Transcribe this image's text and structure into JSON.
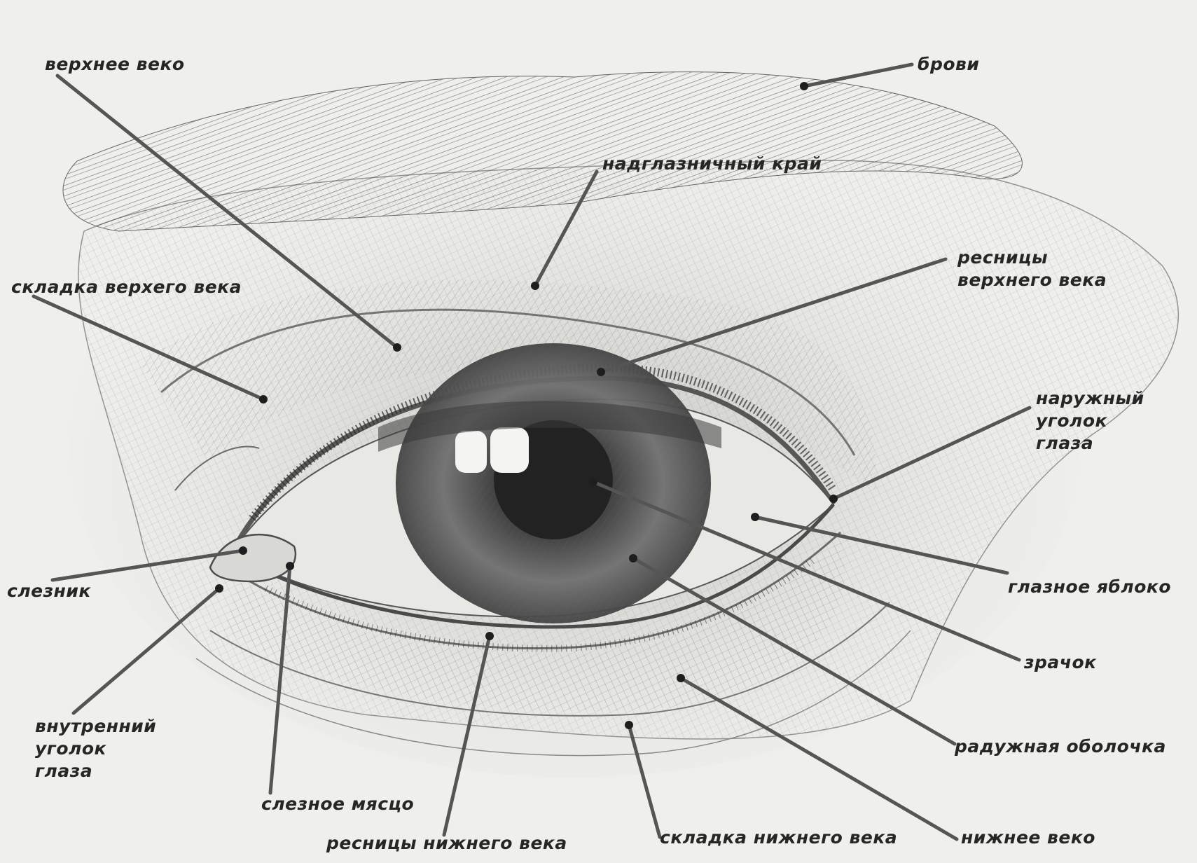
{
  "colors": {
    "paper": "#efefec",
    "pencil": "#4a4a4a",
    "leader_line": "#555555",
    "dot": "#1e1e1e",
    "label_text": "#262626"
  },
  "labels": {
    "upper_eyelid": "верхнее веко",
    "eyebrows": "брови",
    "supraorbital_ridge": "надглазничный край",
    "upper_eyelid_crease": "складка верхего века",
    "upper_eyelashes": "ресницы\nверхнего века",
    "outer_corner": "наружный\nуголок\nглаза",
    "lacrimal_lake": "слезник",
    "eyeball": "глазное яблоко",
    "pupil": "зрачок",
    "inner_corner": "внутренний\nуголок\nглаза",
    "iris": "радужная оболочка",
    "caruncle": "слезное мясцо",
    "lower_eyelashes": "ресницы нижнего века",
    "lower_eyelid_crease": "складка нижнего века",
    "lower_eyelid": "нижнее веко"
  },
  "icons": {
    "drawing": "pencil-eye-sketch-icon"
  }
}
